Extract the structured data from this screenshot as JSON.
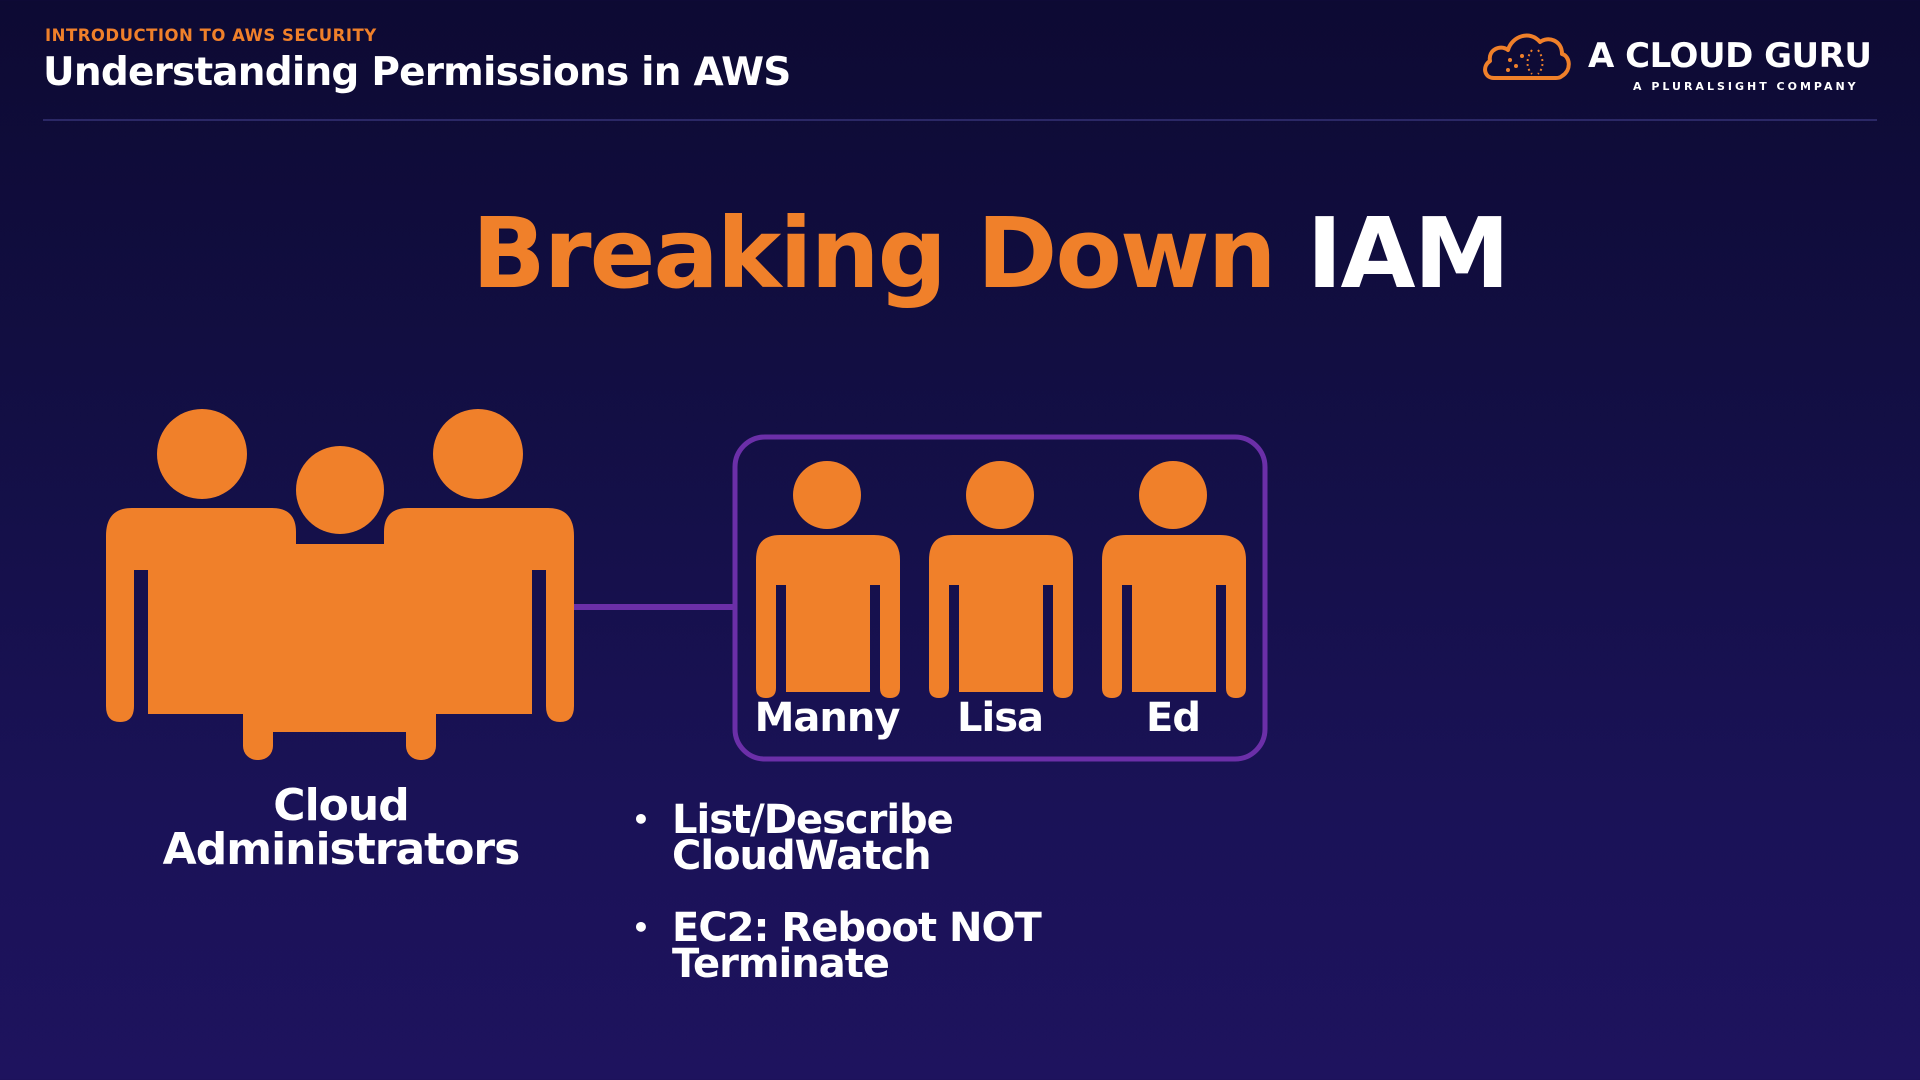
{
  "header": {
    "kicker": "INTRODUCTION TO AWS SECURITY",
    "subtitle": "Understanding Permissions in AWS"
  },
  "logo": {
    "name": "A CLOUD GURU",
    "tagline": "A PLURALSIGHT COMPANY",
    "icon": "cloud-logo-icon"
  },
  "title": {
    "part1": "Breaking Down",
    "part2": "IAM"
  },
  "group": {
    "line1": "Cloud",
    "line2": "Administrators",
    "icon": "people-group-icon"
  },
  "users": [
    {
      "name": "Manny",
      "icon": "person-icon"
    },
    {
      "name": "Lisa",
      "icon": "person-icon"
    },
    {
      "name": "Ed",
      "icon": "person-icon"
    }
  ],
  "permissions": [
    {
      "bullet": "•",
      "line1": "List/Describe",
      "line2": "CloudWatch"
    },
    {
      "bullet": "•",
      "line1": "EC2: Reboot NOT",
      "line2": "Terminate"
    }
  ],
  "colors": {
    "accent": "#f0802a",
    "background": "#130f45",
    "group_border": "#6b2fa8",
    "text": "#ffffff"
  }
}
